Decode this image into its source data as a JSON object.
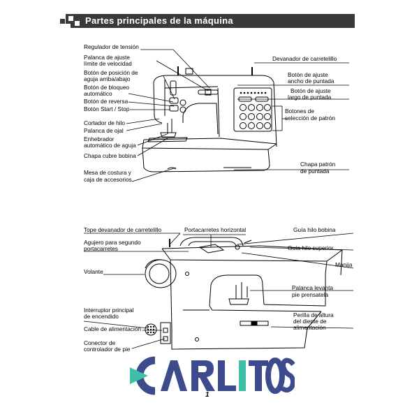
{
  "header": {
    "title": "Partes principales de la máquina"
  },
  "top_labels_left": [
    "Regulador de tensión",
    "Palanca de ajuste",
    "límite de velocidad",
    "Botón de posición de",
    "aguja arriba/abajo",
    "Botón de bloqueo",
    "automático",
    "Botón de reversa",
    "Botón Start / Stop",
    "Cortador de hilo",
    "Palanca de ojal",
    "Enhebrador",
    "automático de aguja",
    "Chapa cubre bobina",
    "Mesa de costura y",
    "caja de accesorios"
  ],
  "top_labels_right": [
    "Devanador de carretelillo",
    "Botón de ajuste",
    "ancho de puntada",
    "Botón de ajuste",
    "largo de puntada",
    "Botones de",
    "selección de patrón",
    "Chapa patrón",
    "de puntada"
  ],
  "bottom_labels_left": [
    "Tope devanador de carretelillo",
    "Agujero para segundo",
    "portacarretes",
    "Volante",
    "Interruptor principal",
    "de encendido",
    "Cable de alimentación",
    "Conector de",
    "controlador de pie"
  ],
  "bottom_labels_center": [
    "Portacarretes horizontal"
  ],
  "bottom_labels_right": [
    "Guía hilo bobina",
    "Guía hilo superior",
    "Manija",
    "Palanca levanta",
    "pie prensatela",
    "Perilla de altura",
    "del diente de",
    "alimentación"
  ],
  "watermark": {
    "brand": "CARLITOS",
    "colors": [
      "#3d4a8c",
      "#3fbfa8"
    ]
  },
  "page_number": "1"
}
